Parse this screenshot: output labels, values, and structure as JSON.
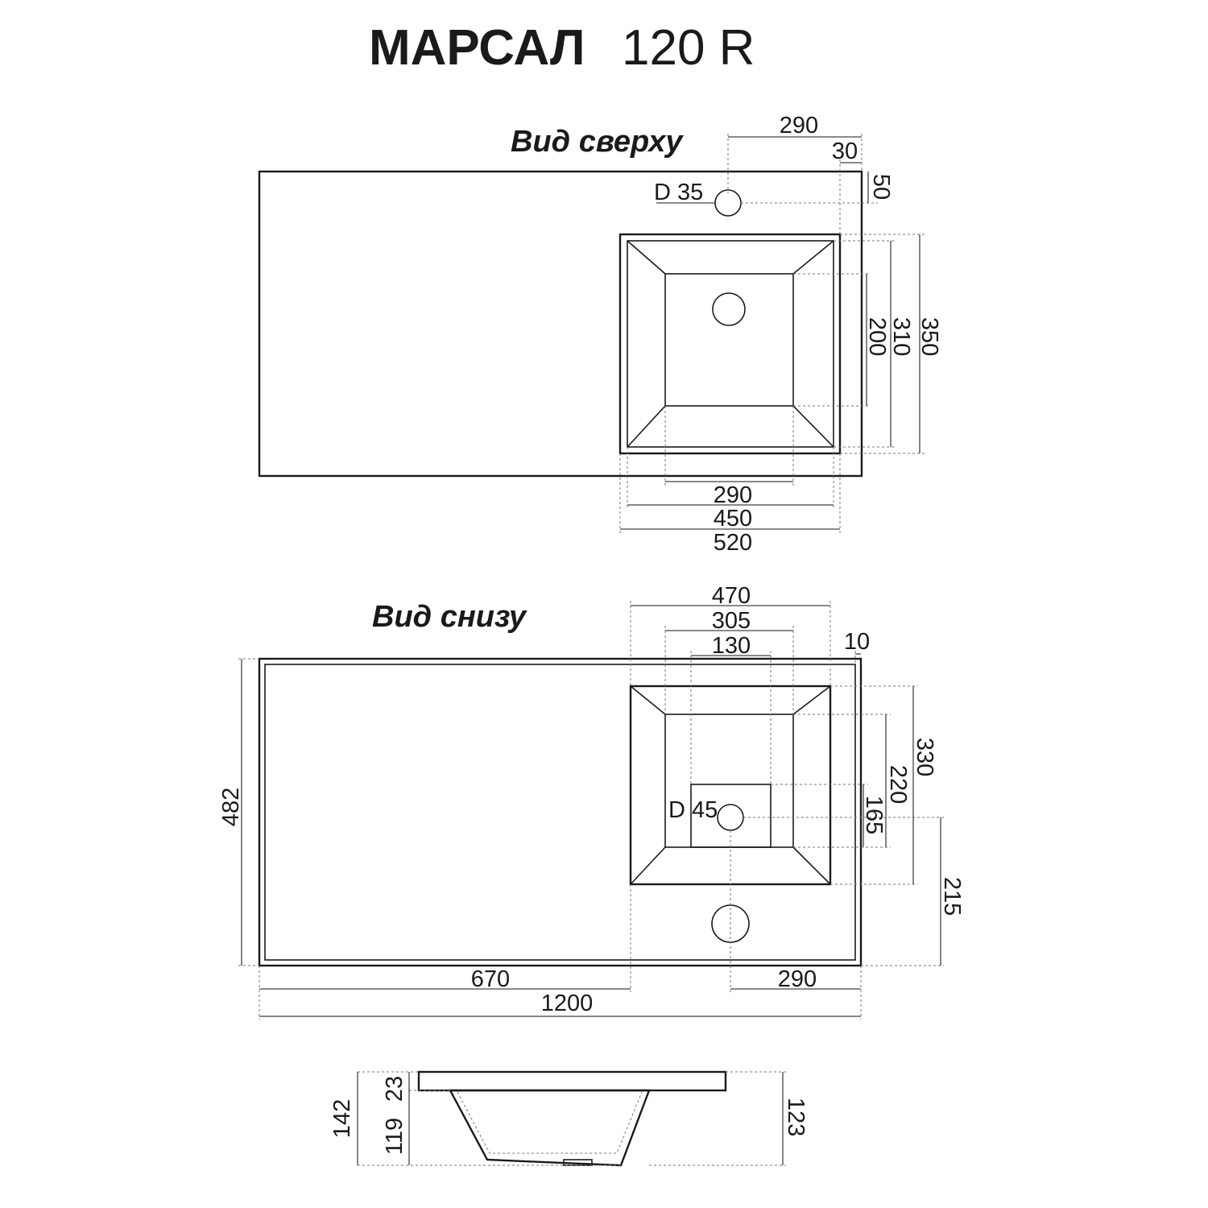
{
  "title": {
    "model": "МАРСАЛ",
    "size": "120 R"
  },
  "top_view": {
    "label": "Вид сверху",
    "dims": {
      "faucet_from_right": "290",
      "faucet_hole_diameter": "D 35",
      "bowl_right_gap": "30",
      "faucet_from_back": "50",
      "bowl_outer_depth": "350",
      "bowl_inner_depth": "310",
      "bowl_bottom_depth": "200",
      "bowl_bottom_width": "290",
      "bowl_inner_width": "450",
      "bowl_outer_width": "520"
    }
  },
  "bottom_view": {
    "label": "Вид снизу",
    "dims": {
      "bowl_width": "470",
      "bowl_bottom_width": "305",
      "drain_width": "130",
      "edge_offset": "10",
      "bowl_depth": "330",
      "bowl_bottom_depth": "220",
      "drain_depth": "165",
      "drain_diameter": "D 45",
      "overall_depth": "482",
      "drain_from_front": "215",
      "left_length": "670",
      "drain_from_right": "290",
      "overall_length": "1200"
    }
  },
  "side_view": {
    "dims": {
      "total_height": "142",
      "slab_thickness": "23",
      "bowl_height": "119",
      "bowl_right_height": "123"
    }
  }
}
